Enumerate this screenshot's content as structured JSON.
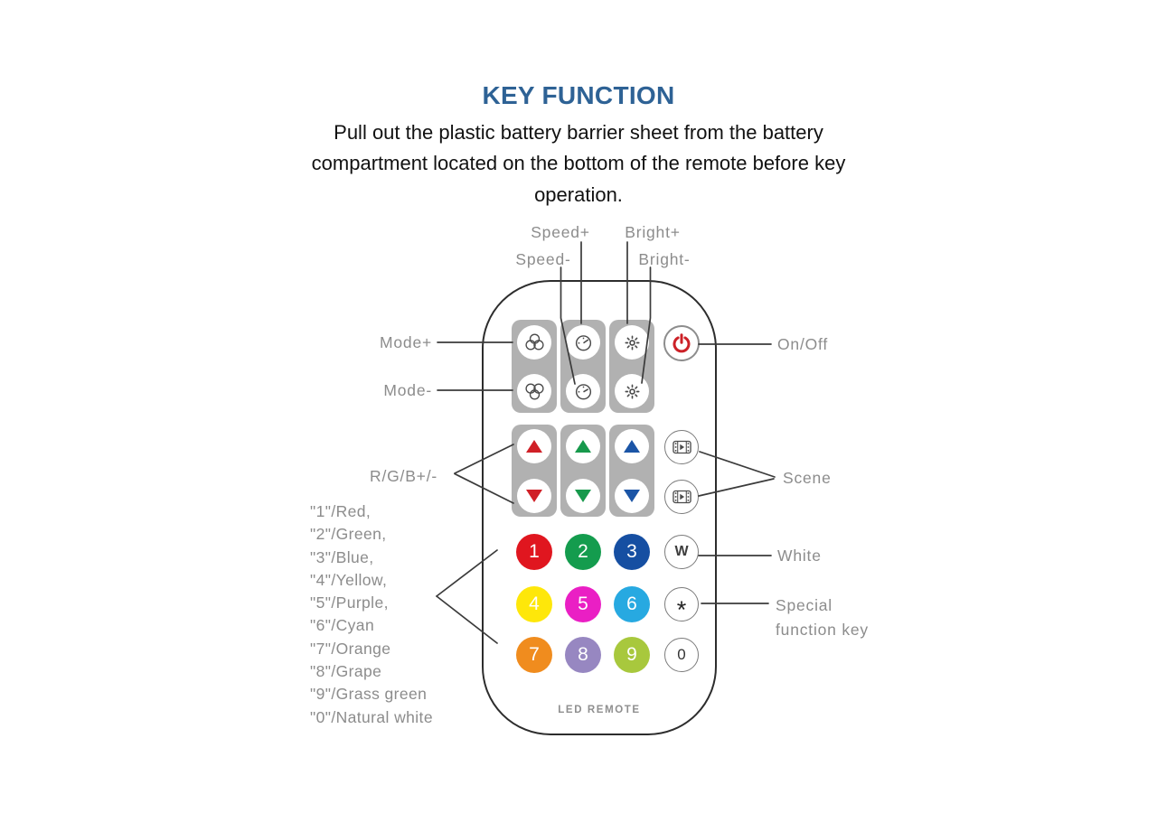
{
  "header": {
    "title": "KEY FUNCTION",
    "description_lines": [
      "Pull out the plastic battery barrier sheet from the battery",
      "compartment located on the bottom of the remote before key",
      "operation."
    ]
  },
  "annotations": {
    "speed_plus": "Speed+",
    "speed_minus": "Speed-",
    "bright_plus": "Bright+",
    "bright_minus": "Bright-",
    "mode_plus": "Mode+",
    "mode_minus": "Mode-",
    "on_off": "On/Off",
    "rgb": "R/G/B+/-",
    "scene": "Scene",
    "white": "White",
    "special": "Special\nfunction key",
    "color_list": [
      "\"1\"/Red,",
      "\"2\"/Green,",
      "\"3\"/Blue,",
      "\"4\"/Yellow,",
      "\"5\"/Purple,",
      "\"6\"/Cyan",
      "\"7\"/Orange",
      "\"8\"/Grape",
      "\"9\"/Grass green",
      "\"0\"/Natural white"
    ]
  },
  "remote": {
    "brand": "LED REMOTE",
    "number_keys": [
      {
        "label": "1",
        "color": "#e0161f"
      },
      {
        "label": "2",
        "color": "#149c4e"
      },
      {
        "label": "3",
        "color": "#164fa2"
      },
      {
        "label": "4",
        "color": "#fee70a"
      },
      {
        "label": "5",
        "color": "#ea1fc4"
      },
      {
        "label": "6",
        "color": "#27a9e1"
      },
      {
        "label": "7",
        "color": "#f08c1e"
      },
      {
        "label": "8",
        "color": "#9787c1"
      },
      {
        "label": "9",
        "color": "#a8c83d"
      }
    ],
    "white_key": "W",
    "special_key": "*",
    "zero_key": "0",
    "arrow_colors": {
      "red": "#d02027",
      "green": "#17994c",
      "blue": "#1b55a6"
    }
  },
  "colors": {
    "title_blue": "#2e6295",
    "power_red": "#cc2127",
    "pad_gray": "#b1b1b1",
    "label_gray": "#8c8c8c",
    "icon_gray": "#4a4a4a"
  }
}
